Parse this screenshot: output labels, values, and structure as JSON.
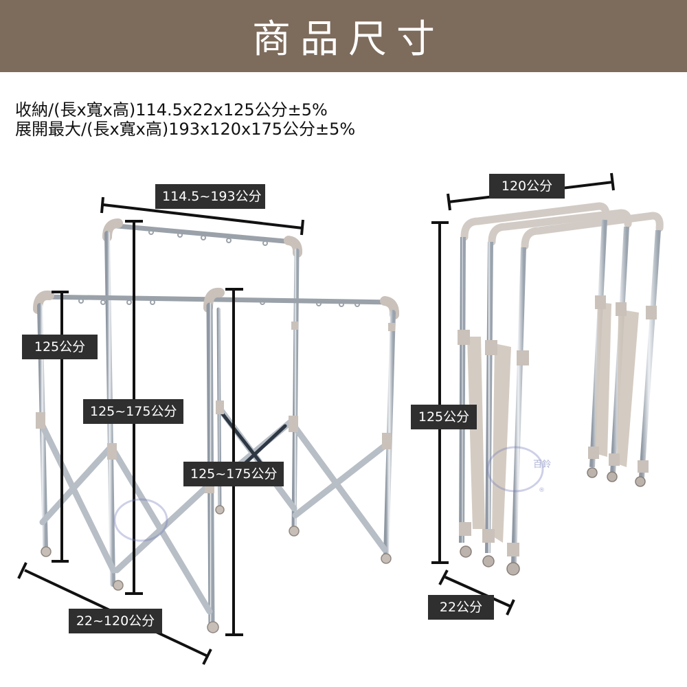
{
  "header": {
    "title": "商品尺寸",
    "bg_color": "#7d6b5b"
  },
  "specs": {
    "folded": "收納/(長x寬x高)114.5x22x125公分±5%",
    "expanded": "展開最大/(長x寬x高)193x120x175公分±5%"
  },
  "left_figure": {
    "description": "expanded folding rack",
    "labels": {
      "length": "114.5~193公分",
      "height_front": "125公分",
      "height_mid": "125~175公分",
      "height_right": "125~175公分",
      "depth": "22~120公分"
    }
  },
  "right_figure": {
    "description": "folded rack",
    "labels": {
      "width": "120公分",
      "height": "125公分",
      "depth": "22公分"
    }
  },
  "watermark": {
    "brand": "百鈴",
    "symbol": "®"
  },
  "colors": {
    "label_bg": "#2f2f2f",
    "label_text": "#ffffff",
    "pipe_joint": "#c8bfb8",
    "metal": "#b9c0c8"
  }
}
